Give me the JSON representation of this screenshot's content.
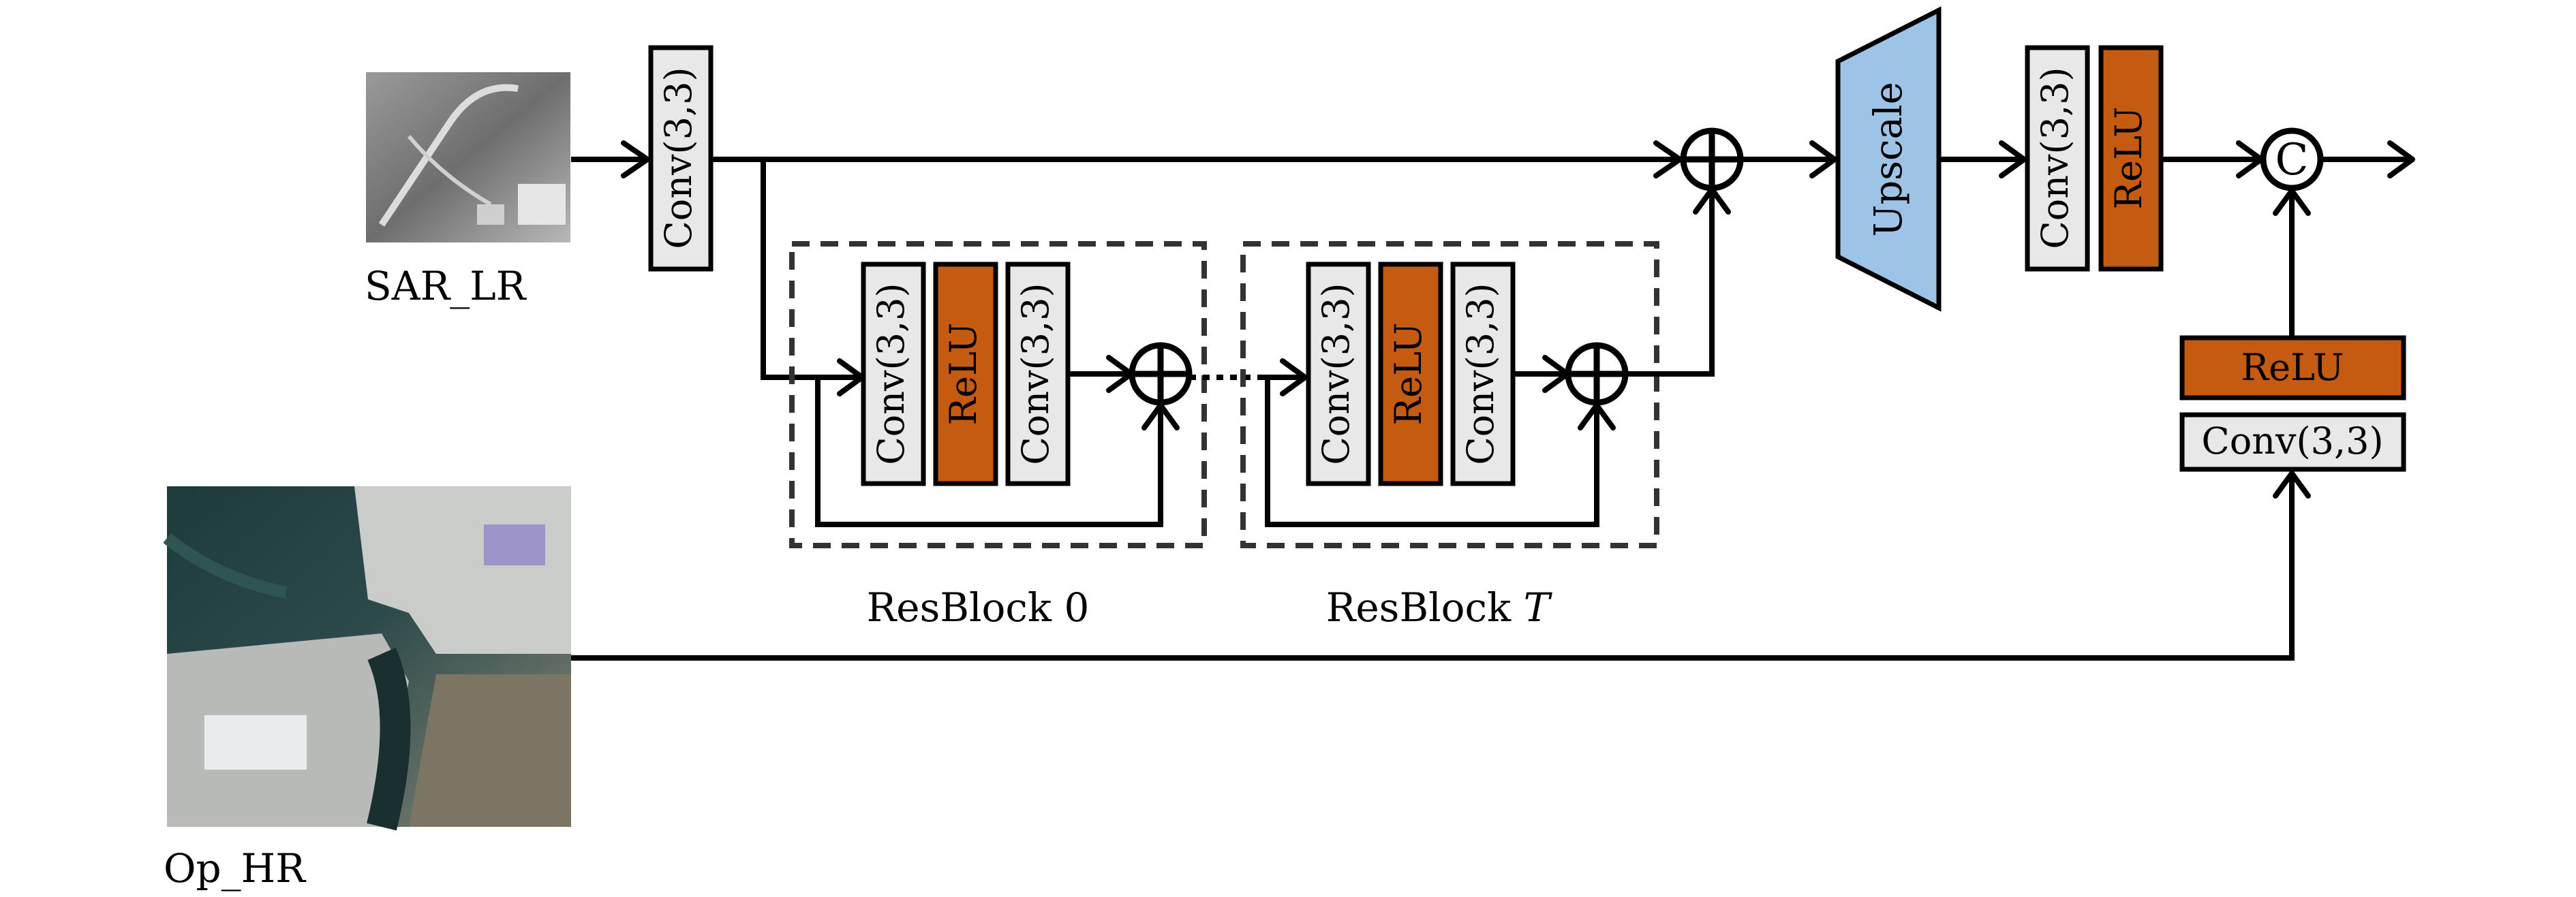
{
  "inputs": {
    "sar_label": "SAR_LR",
    "op_label": "Op_HR"
  },
  "blocks": {
    "conv": "Conv(3,3)",
    "relu": "ReLU",
    "upscale": "Upscale",
    "concat_symbol": "C"
  },
  "resblocks": {
    "first_label": "ResBlock 0",
    "last_label_prefix": "ResBlock",
    "last_label_index": "T"
  },
  "colors": {
    "conv_fill": "#e8e8e8",
    "relu_fill": "#c55a11",
    "upscale_fill": "#9dc3e6"
  }
}
